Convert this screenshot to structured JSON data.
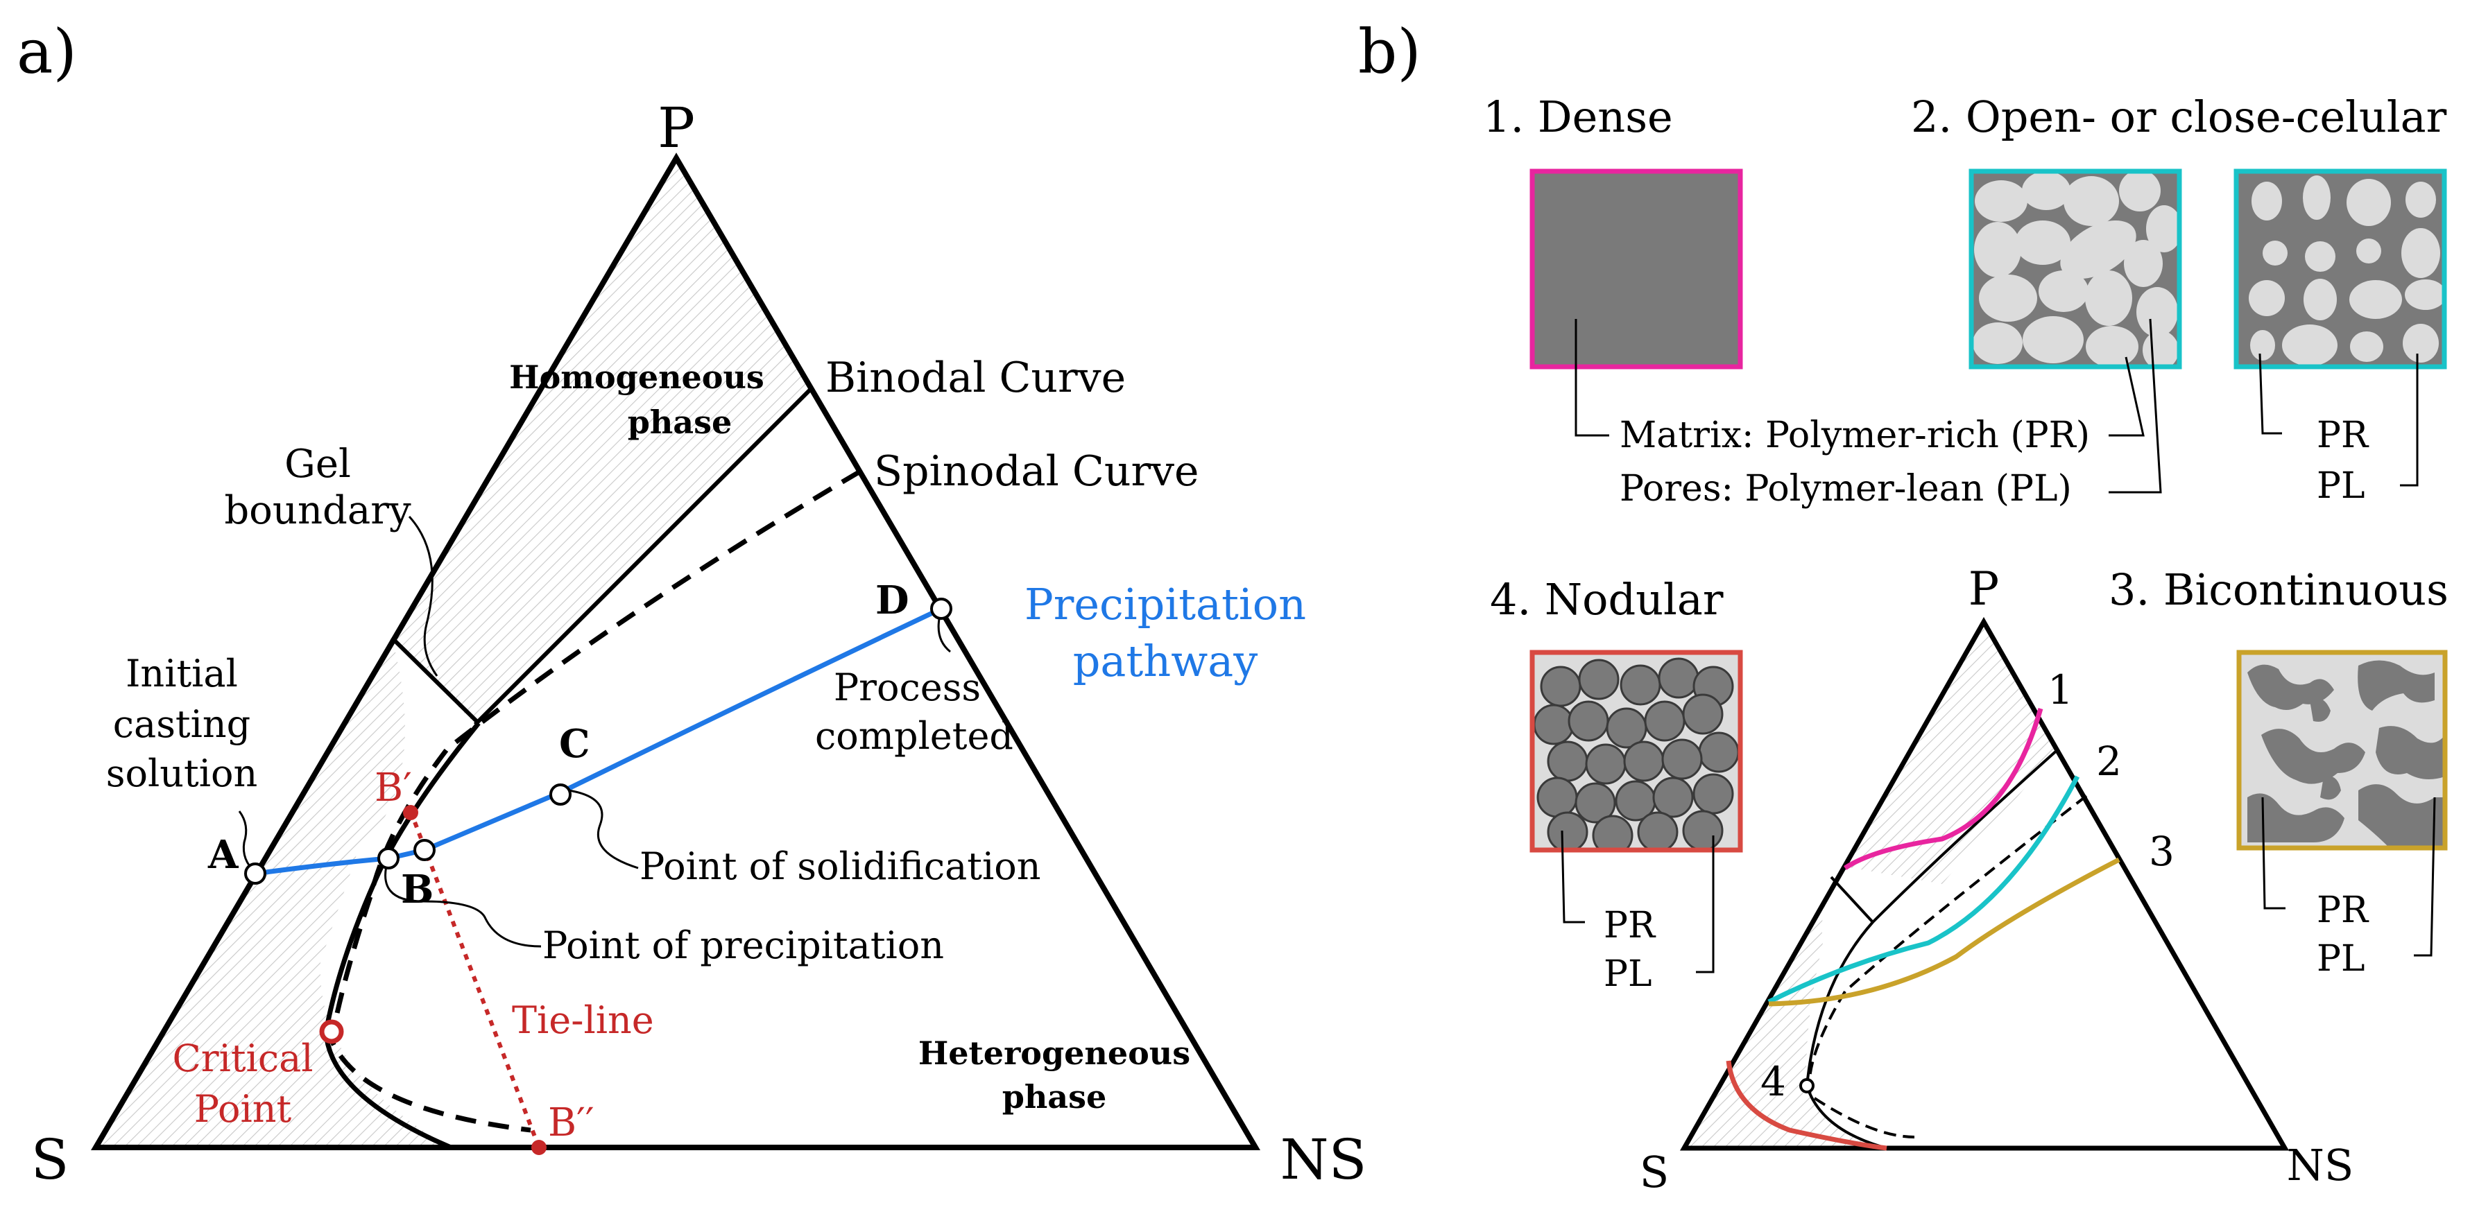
{
  "panel_a": {
    "label": "a)",
    "vertices": {
      "top": "P",
      "left": "S",
      "right": "NS"
    },
    "regions": {
      "homogeneous": [
        "Homogeneous",
        "phase"
      ],
      "heterogeneous": [
        "Heterogeneous",
        "phase"
      ]
    },
    "curves": {
      "binodal": "Binodal Curve",
      "spinodal": "Spinodal Curve",
      "gel_boundary": [
        "Gel",
        "boundary"
      ],
      "pathway": [
        "Precipitation",
        "pathway"
      ],
      "tie_line": "Tie-line"
    },
    "points": {
      "A": "A",
      "B": "B",
      "C": "C",
      "D": "D",
      "B_prime": "B′",
      "B_double_prime": "B′′",
      "critical": [
        "Critical",
        "Point"
      ]
    },
    "annotations": {
      "initial": [
        "Initial",
        "casting",
        "solution"
      ],
      "solidification": "Point of solidification",
      "precipitation": "Point of precipitation",
      "completed": [
        "Process",
        "completed"
      ]
    }
  },
  "panel_b": {
    "label": "b)",
    "titles": {
      "dense": "1. Dense",
      "cellular": "2. Open- or close-celular",
      "nodular": "4. Nodular",
      "bicontinuous": "3. Bicontinuous"
    },
    "legend": {
      "matrix": "Matrix: Polymer-rich (PR)",
      "pores": "Pores: Polymer-lean (PL)",
      "pr": "PR",
      "pl": "PL"
    },
    "mini_triangle": {
      "top": "P",
      "left": "S",
      "right": "NS",
      "paths": [
        "1",
        "2",
        "3",
        "4"
      ]
    }
  },
  "colors": {
    "accent_blue": "#1f78e6",
    "red": "#c62828",
    "magenta": "#e8259f",
    "cyan": "#19c3c8",
    "gold": "#c9a22a",
    "nodular_red": "#d84a42",
    "dark_gray": "#7a7a7a",
    "light_gray": "#dcdcdc"
  }
}
